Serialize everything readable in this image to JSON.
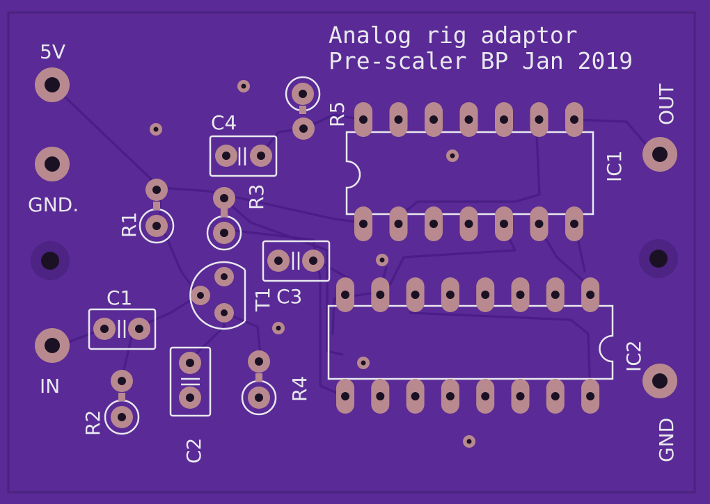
{
  "title": {
    "line1": "Analog rig adaptor",
    "line2": "Pre-scaler BP Jan 2019"
  },
  "labels": {
    "v5": "5V",
    "gnd_left": "GND.",
    "in": "IN",
    "out": "OUT",
    "gnd_right": "GND",
    "r1": "R1",
    "r2": "R2",
    "r3": "R3",
    "r4": "R4",
    "r5": "R5",
    "c1": "C1",
    "c2": "C2",
    "c3": "C3",
    "c4": "C4",
    "t1": "T1",
    "ic1": "IC1",
    "ic2": "IC2"
  },
  "colors": {
    "board": "#5a2a96",
    "trace": "#4a1e86",
    "silkscreen": "#e8e8ee",
    "copper_pad": "#b88a8f"
  }
}
